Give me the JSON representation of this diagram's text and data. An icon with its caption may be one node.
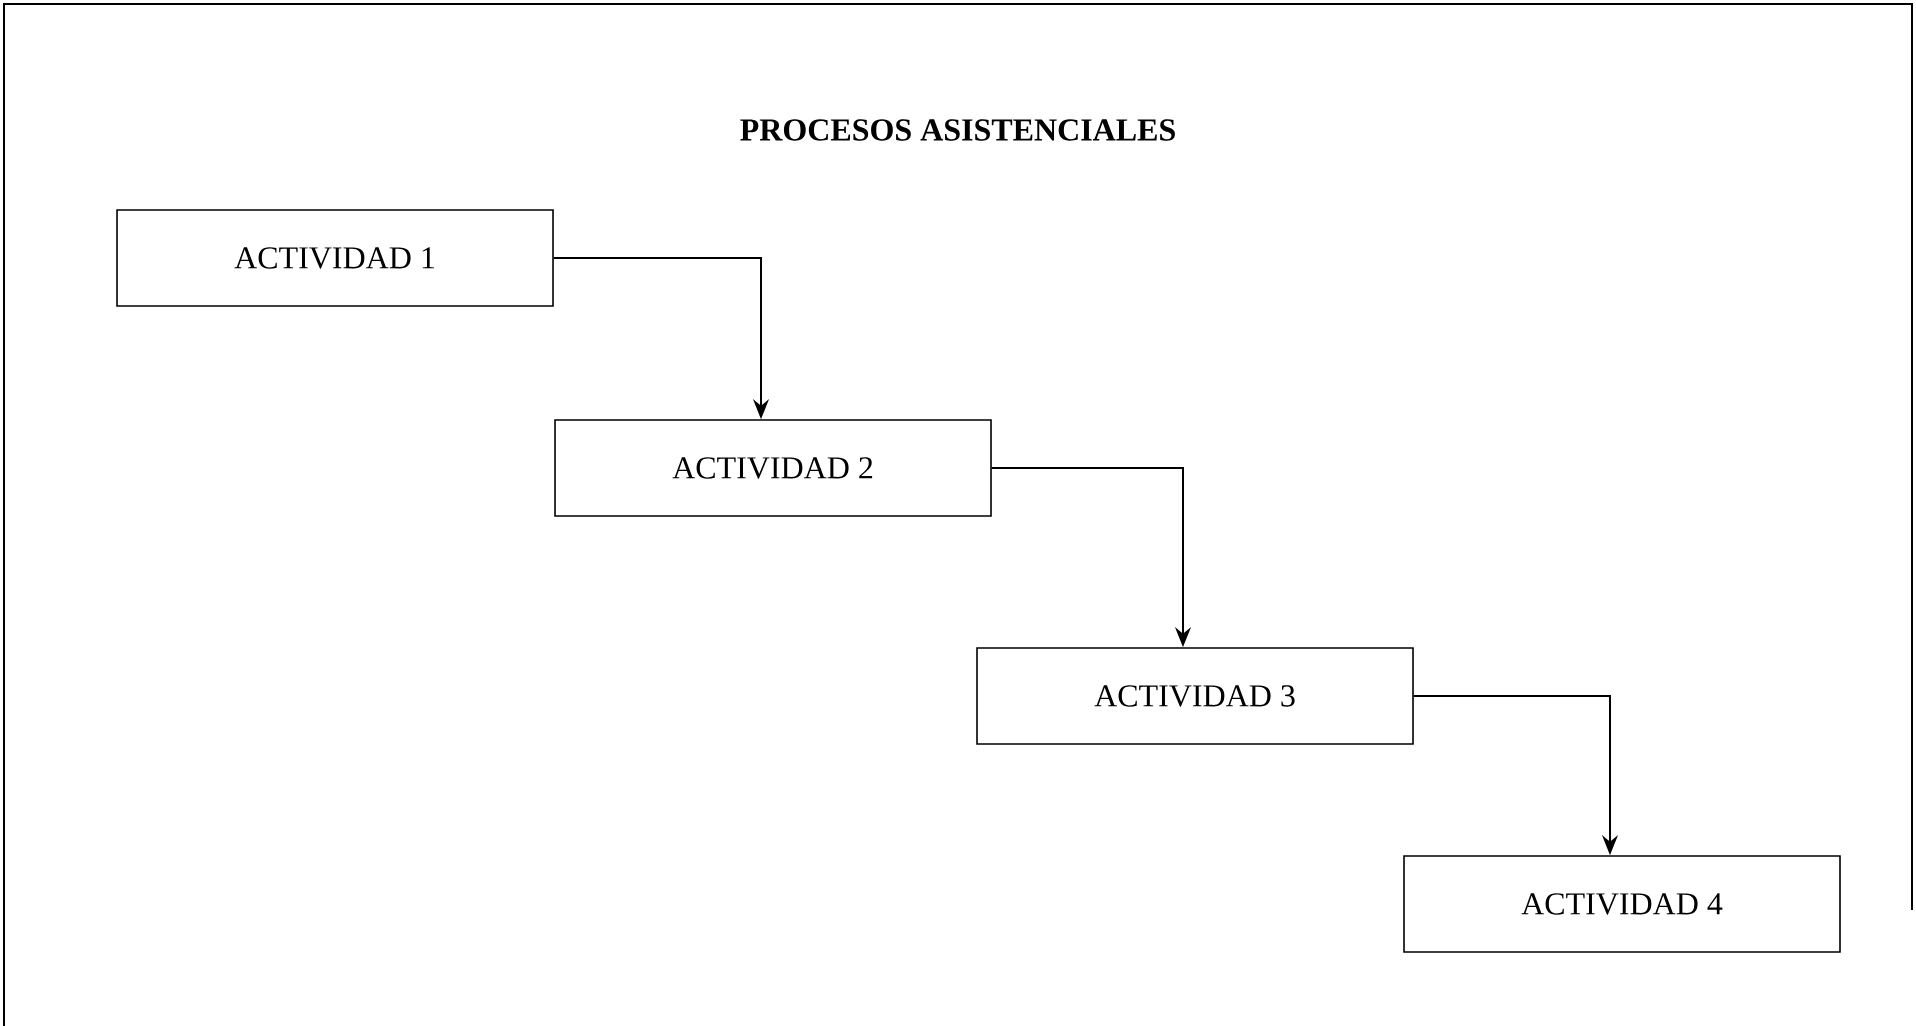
{
  "diagram": {
    "title": "PROCESOS  ASISTENCIALES",
    "nodes": [
      {
        "text": [
          "ACTIVIDAD 1"
        ]
      },
      {
        "text": [
          "ACTIVIDAD 2"
        ]
      },
      {
        "text": [
          "ACTIVIDAD 3"
        ]
      },
      {
        "text": [
          "ACTIVIDAD 4"
        ]
      }
    ],
    "edges": [
      {
        "from": 0,
        "to": 1,
        "arrow": "to"
      },
      {
        "from": 1,
        "to": 2,
        "arrow": "to"
      },
      {
        "from": 2,
        "to": 3,
        "arrow": "to"
      }
    ]
  }
}
